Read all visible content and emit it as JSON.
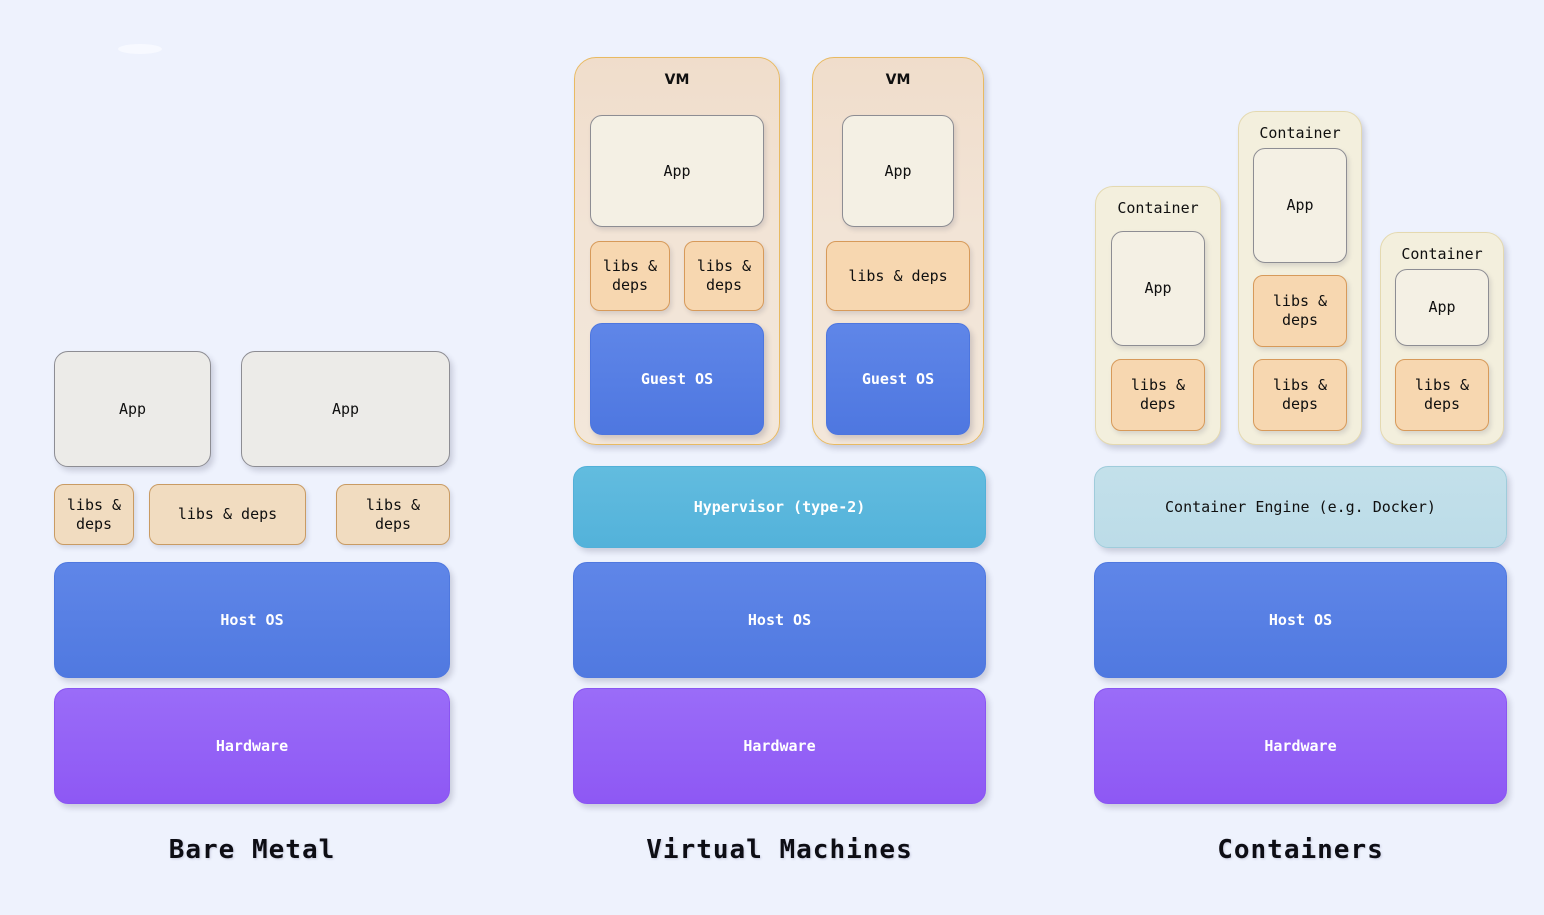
{
  "background_color": "#eef2fd",
  "palette": {
    "app_gray": "#ecebe8",
    "app_cream": "#f4f0e4",
    "libs": "#f1dcc0",
    "libs_strong": "#f7d7b0",
    "vm_shell": "#f2e4d6",
    "vm_border": "#e8ba62",
    "container_shell": "#f3efdd",
    "container_border": "#e4d9b0",
    "host_os": "#5079e0",
    "guest_os": "#4e77e0",
    "hardware": "#8e58f4",
    "hypervisor": "#53b2da",
    "container_engine": "#bcdce8"
  },
  "columns": [
    {
      "id": "bare-metal",
      "caption": "Bare Metal",
      "apps": [
        {
          "label": "App"
        },
        {
          "label": "App"
        }
      ],
      "libs": [
        {
          "label": "libs &\ndeps"
        },
        {
          "label": "libs & deps"
        },
        {
          "label": "libs &\ndeps"
        }
      ],
      "layers": [
        {
          "label": "Host OS",
          "kind": "host-os"
        },
        {
          "label": "Hardware",
          "kind": "hardware"
        }
      ]
    },
    {
      "id": "virtual-machines",
      "caption": "Virtual Machines",
      "vms": [
        {
          "title": "VM",
          "app": "App",
          "libs": [
            "libs &\ndeps",
            "libs &\ndeps"
          ],
          "guest_os": "Guest OS"
        },
        {
          "title": "VM",
          "app": "App",
          "libs": [
            "libs & deps"
          ],
          "guest_os": "Guest OS"
        }
      ],
      "layers": [
        {
          "label": "Hypervisor (type-2)",
          "kind": "hypervisor"
        },
        {
          "label": "Host OS",
          "kind": "host-os"
        },
        {
          "label": "Hardware",
          "kind": "hardware"
        }
      ]
    },
    {
      "id": "containers",
      "caption": "Containers",
      "containers": [
        {
          "title": "Container",
          "app": "App",
          "libs": "libs &\ndeps"
        },
        {
          "title": "Container",
          "app": "App",
          "libs": [
            "libs &\ndeps",
            "libs &\ndeps"
          ]
        },
        {
          "title": "Container",
          "app": "App",
          "libs": "libs &\ndeps"
        }
      ],
      "layers": [
        {
          "label": "Container Engine (e.g. Docker)",
          "kind": "container-engine"
        },
        {
          "label": "Host OS",
          "kind": "host-os"
        },
        {
          "label": "Hardware",
          "kind": "hardware"
        }
      ]
    }
  ]
}
